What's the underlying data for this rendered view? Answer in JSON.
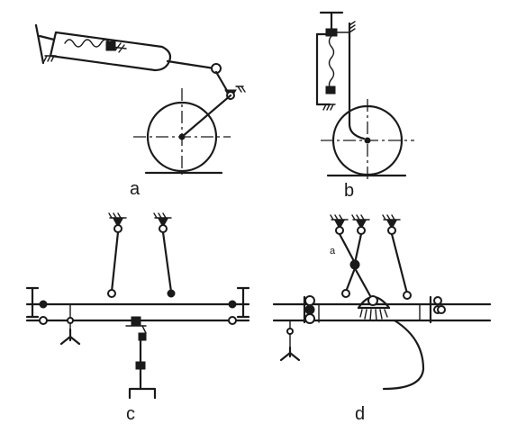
{
  "labels": {
    "a": "a",
    "b": "b",
    "c": "c",
    "d": "d",
    "d_mark": "a"
  },
  "colors": {
    "ink": "#1a1a1a",
    "paper": "#ffffff"
  }
}
